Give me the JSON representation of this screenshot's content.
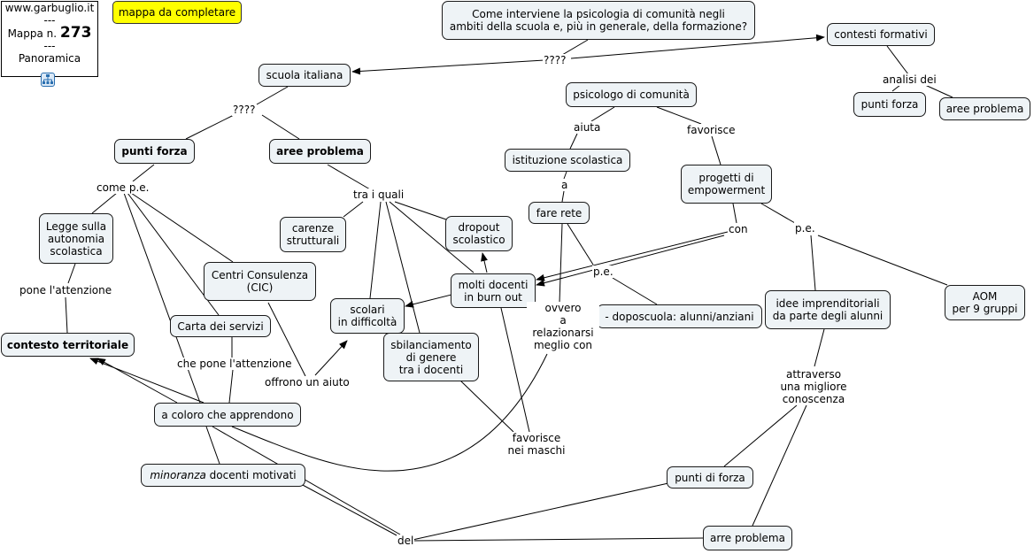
{
  "info_box": {
    "site": "www.garbuglio.it",
    "sep1": "---",
    "map_label": "Mappa n.",
    "map_number": "273",
    "sep2": "---",
    "view": "Panoramica"
  },
  "note": "mappa da completare",
  "nodes": {
    "question": "Come interviene la psicologia di comunità negli\nambiti della scuola e, più in generale, della formazione?",
    "scuola_italiana": "scuola italiana",
    "contesti_formativi": "contesti formativi",
    "punti_forza_right": "punti forza",
    "aree_problema_right": "aree problema",
    "punti_forza": "punti forza",
    "aree_problema": "aree problema",
    "legge": "Legge sulla\nautonomia\nscolastica",
    "contesto_territoriale": "contesto territoriale",
    "centri_consulenza": "Centri Consulenza\n(CIC)",
    "carta_servizi": "Carta dei servizi",
    "carenze": "carenze\nstrutturali",
    "dropout": "dropout\nscolastico",
    "scolari": "scolari\nin difficoltà",
    "molti_docenti": "molti docenti\nin burn out",
    "sbilanciamento": "sbilanciamento\ndi genere\ntra i docenti",
    "a_coloro": "a coloro che apprendono",
    "minoranza_italic": "minoranza",
    "minoranza_rest": " docenti motivati",
    "psicologo": "psicologo di comunità",
    "istituzione": "istituzione scolastica",
    "fare_rete": "fare rete",
    "progetti": "progetti di\nempowerment",
    "doposcuola": "- doposcuola: alunni/anziani",
    "idee": "idee imprenditoriali\nda parte degli alunni",
    "aom": "AOM\nper 9 gruppi",
    "punti_di_forza": "punti di forza",
    "arre_problema": "arre problema"
  },
  "labels": {
    "q_top": "????",
    "q_left": "????",
    "analisi_dei": "analisi dei",
    "come_pe": "come p.e.",
    "tra_i_quali": "tra i quali",
    "pone_attenzione": "pone l'attenzione",
    "che_pone": "che pone l'attenzione",
    "offrono": "offrono un aiuto",
    "aiuta": "aiuta",
    "favorisce": "favorisce",
    "a": "a",
    "con": "con",
    "pe_left": "p.e.",
    "pe_right": "p.e.",
    "ovvero": "ovvero\na relazionarsi\nmeglio con",
    "favorisce_maschi": "favorisce\nnei maschi",
    "attraverso": "attraverso\nuna migliore\nconoscenza",
    "del": "del"
  }
}
